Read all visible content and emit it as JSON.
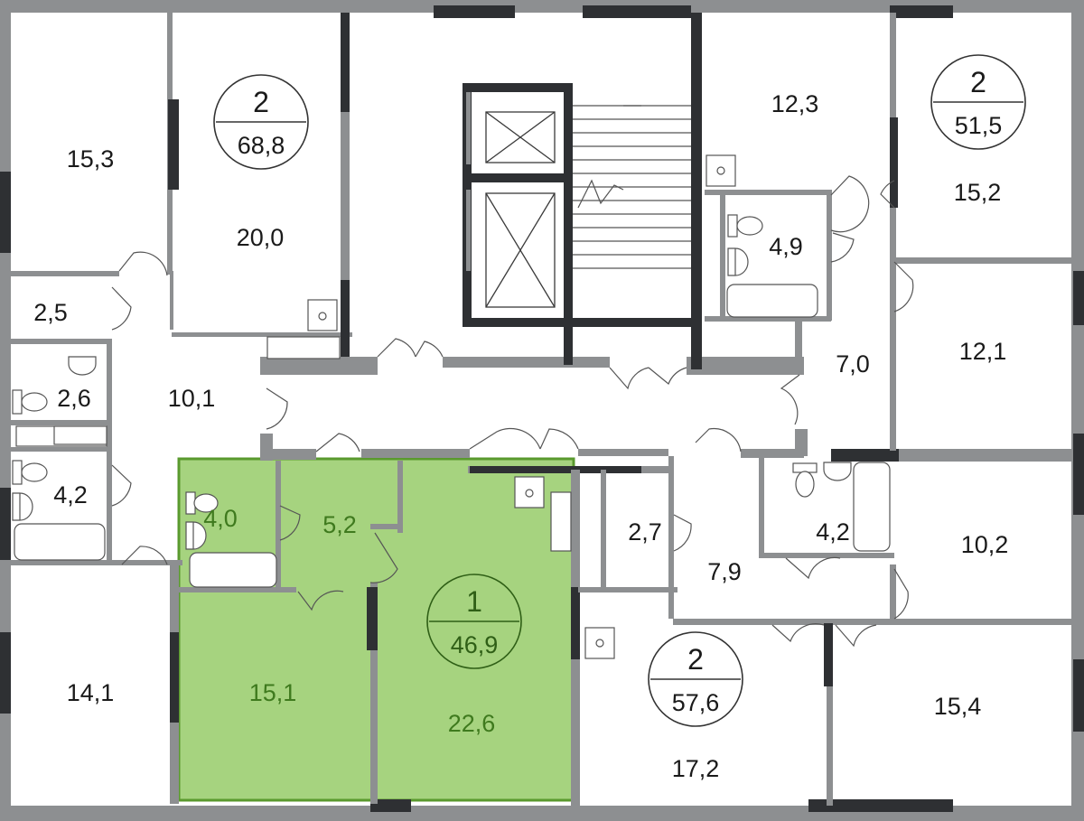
{
  "colors": {
    "highlight_fill": "#a6d37f",
    "highlight_stroke": "#5a9a2e",
    "wall": "#8d8f91",
    "wall_dark": "#2e3033",
    "text": "#1a1a1a",
    "text_highlight": "#3f7a1e"
  },
  "apartments": [
    {
      "id": "apt-a",
      "rooms": "2",
      "area": "68,8",
      "highlighted": false
    },
    {
      "id": "apt-b",
      "rooms": "2",
      "area": "51,5",
      "highlighted": false
    },
    {
      "id": "apt-c",
      "rooms": "1",
      "area": "46,9",
      "highlighted": true
    },
    {
      "id": "apt-d",
      "rooms": "2",
      "area": "57,6",
      "highlighted": false
    }
  ],
  "room_areas": {
    "r1": "15,3",
    "r2": "20,0",
    "r3": "2,5",
    "r4": "2,6",
    "r5": "10,1",
    "r6": "4,2",
    "r7": "14,1",
    "r8": "4,0",
    "r9": "5,2",
    "r10": "15,1",
    "r11": "22,6",
    "r12": "12,3",
    "r13": "15,2",
    "r14": "4,9",
    "r15": "7,0",
    "r16": "12,1",
    "r17": "2,7",
    "r18": "7,9",
    "r19": "4,2",
    "r20": "10,2",
    "r21": "17,2",
    "r22": "15,4"
  },
  "icons": [
    "lift-icon",
    "stairs-icon",
    "sink-icon",
    "toilet-icon",
    "bathtub-icon",
    "washbasin-icon",
    "door-swing-icon"
  ]
}
